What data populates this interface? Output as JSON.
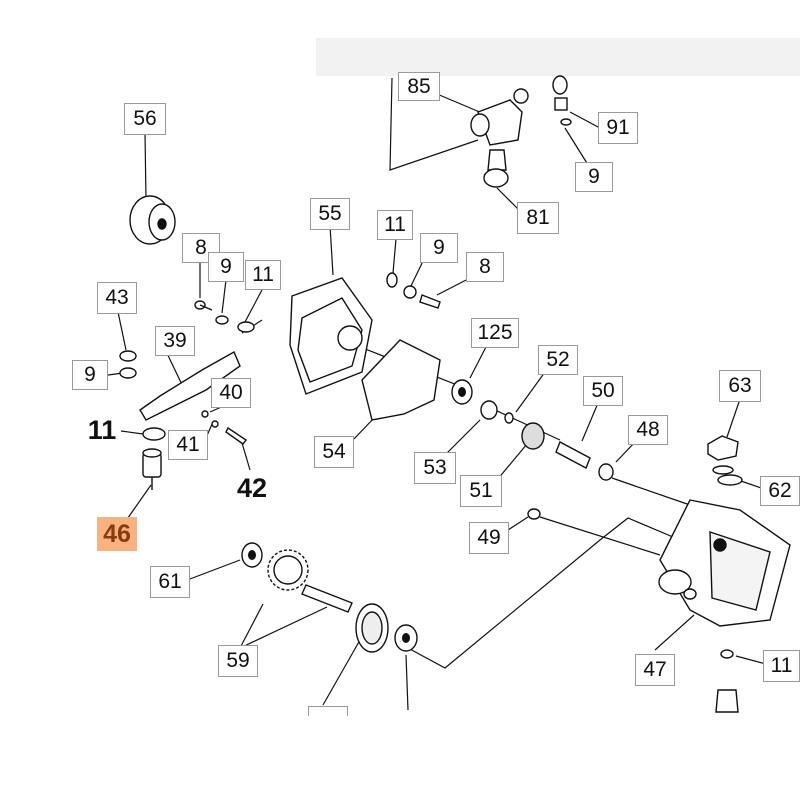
{
  "highlight_color": "#f7b27f",
  "labels": {
    "l85": "85",
    "l91": "91",
    "l9a": "9",
    "l81": "81",
    "l56": "56",
    "l55": "55",
    "l11a": "11",
    "l9b": "9",
    "l8a": "8",
    "l8b": "8",
    "l9c": "9",
    "l11b": "11",
    "l43": "43",
    "l39": "39",
    "l9d": "9",
    "l125": "125",
    "l52": "52",
    "l40": "40",
    "l11c": "11",
    "l41": "41",
    "l42": "42",
    "l54": "54",
    "l50": "50",
    "l63": "63",
    "l48": "48",
    "l53": "53",
    "l51": "51",
    "l62": "62",
    "l46": "46",
    "l49": "49",
    "l61": "61",
    "l59": "59",
    "l47": "47",
    "l11d": "11"
  }
}
